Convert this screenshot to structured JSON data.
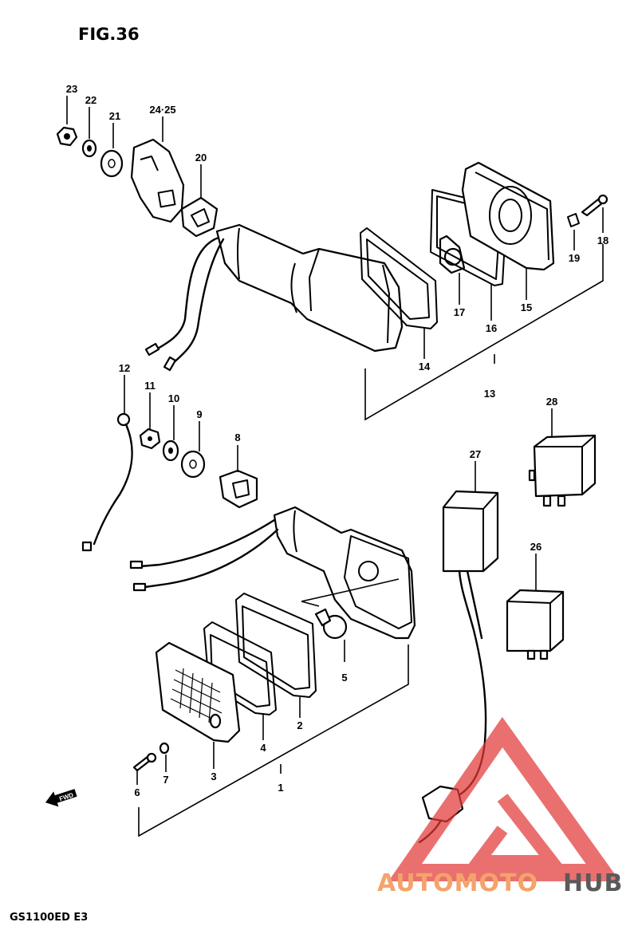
{
  "figure": {
    "title": "FIG.36",
    "model": "GS1100ED E3"
  },
  "watermark": {
    "text_primary": "AUTOMOTO",
    "text_secondary": "HUB",
    "color_primary": "#f4a36b",
    "color_secondary": "#5a5a5a",
    "logo_color": "#e23a3a"
  },
  "fwd_label": "FWD",
  "callouts": [
    {
      "key": "p1",
      "text": "1"
    },
    {
      "key": "p2",
      "text": "2"
    },
    {
      "key": "p3",
      "text": "3"
    },
    {
      "key": "p4",
      "text": "4"
    },
    {
      "key": "p5",
      "text": "5"
    },
    {
      "key": "p6",
      "text": "6"
    },
    {
      "key": "p7",
      "text": "7"
    },
    {
      "key": "p8",
      "text": "8"
    },
    {
      "key": "p9",
      "text": "9"
    },
    {
      "key": "p10",
      "text": "10"
    },
    {
      "key": "p11",
      "text": "11"
    },
    {
      "key": "p12",
      "text": "12"
    },
    {
      "key": "p13",
      "text": "13"
    },
    {
      "key": "p14",
      "text": "14"
    },
    {
      "key": "p15",
      "text": "15"
    },
    {
      "key": "p16",
      "text": "16"
    },
    {
      "key": "p17",
      "text": "17"
    },
    {
      "key": "p18",
      "text": "18"
    },
    {
      "key": "p19",
      "text": "19"
    },
    {
      "key": "p20",
      "text": "20"
    },
    {
      "key": "p21",
      "text": "21"
    },
    {
      "key": "p22",
      "text": "22"
    },
    {
      "key": "p23",
      "text": "23"
    },
    {
      "key": "p2425",
      "text": "24·25"
    },
    {
      "key": "p26",
      "text": "26"
    },
    {
      "key": "p27",
      "text": "27"
    },
    {
      "key": "p28",
      "text": "28"
    }
  ]
}
